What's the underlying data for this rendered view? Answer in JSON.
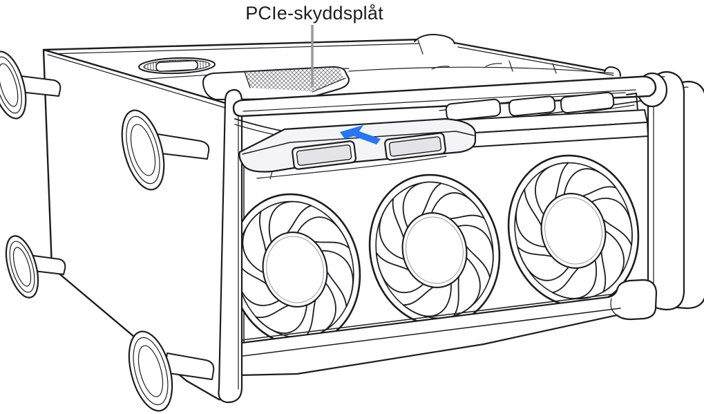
{
  "figure": {
    "label": "PCIe-skyddsplåt",
    "subject": "mac-pro-on-its-side-line-illustration",
    "fan_count": 3,
    "feet_count": 4,
    "pcie_slot_window_count": 2,
    "colors": {
      "outline": "#1c1c1e",
      "background": "#ffffff",
      "callout_line": "#98989d",
      "direction_arrow": "#2577f2",
      "cover_plate_fill": "#f4f4f6",
      "slot_window_fill": "#e4e4e8"
    }
  }
}
